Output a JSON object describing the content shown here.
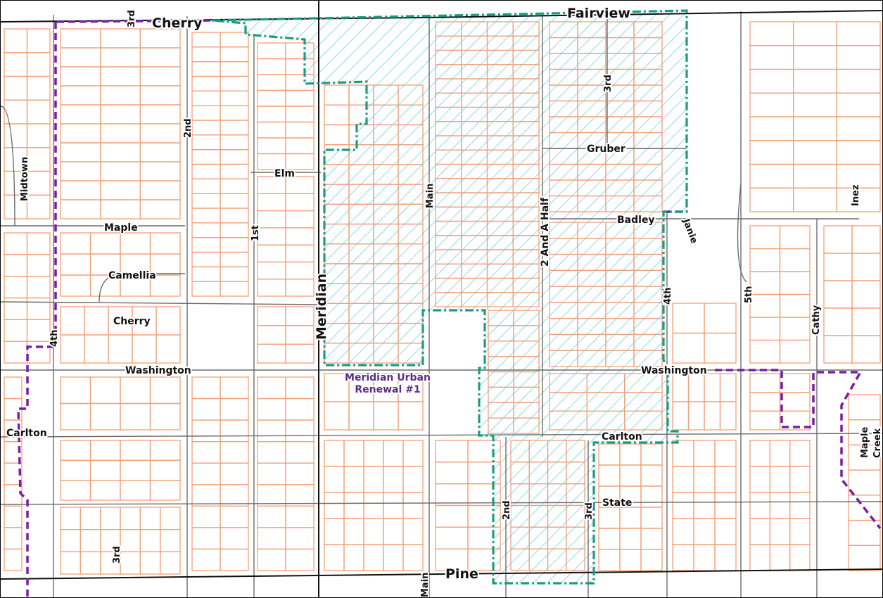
{
  "map": {
    "district_label": [
      "Meridian Urban",
      "Renewal #1"
    ],
    "colors": {
      "parcel": "#f2a07a",
      "road": "#6b6b6b",
      "arterial": "#111111",
      "hatch": "#63c9e6",
      "district_boundary": "#1a9c82",
      "city_limit": "#7b1fa2"
    },
    "streets": {
      "fairview": "Fairview",
      "cherry_north": "Cherry",
      "third_nw": "3rd",
      "third_ne": "3rd",
      "third_sw": "3rd",
      "third_south": "3rd",
      "second_nw": "2nd",
      "second_south": "2nd",
      "first": "1st",
      "fourth_west": "4th",
      "fourth_east": "4th",
      "fifth": "5th",
      "midtown": "Midtown",
      "maple": "Maple",
      "camellia": "Camellia",
      "cherry_west": "Cherry",
      "elm": "Elm",
      "meridian": "Meridian",
      "main_north": "Main",
      "main_south": "Main",
      "two_and_a_half": "2 And A Half",
      "gruber": "Gruber",
      "badley": "Badley",
      "janie": "Janie",
      "inez": "Inez",
      "cathy": "Cathy",
      "washington_west": "Washington",
      "washington_east": "Washington",
      "carlton_west": "Carlton",
      "carlton_east": "Carlton",
      "state": "State",
      "pine": "Pine",
      "maple_creek": [
        "Maple",
        "Creek"
      ]
    }
  }
}
